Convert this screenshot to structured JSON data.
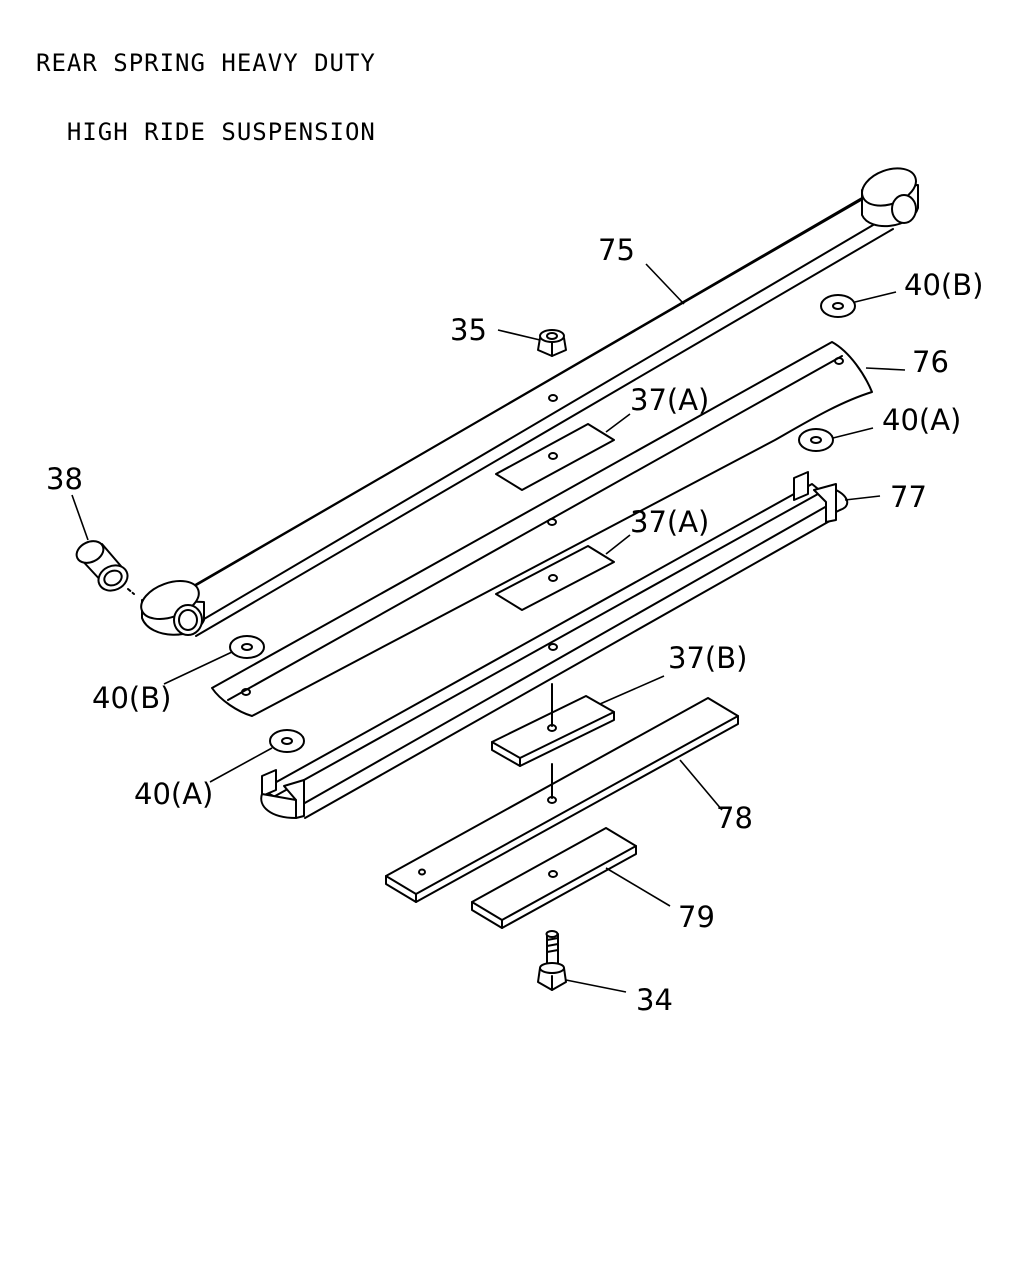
{
  "title": {
    "line1": "REAR SPRING HEAVY DUTY",
    "line2": "  HIGH RIDE SUSPENSION"
  },
  "callouts": {
    "c75": "75",
    "c35": "35",
    "c40b_top": "40(B)",
    "c76": "76",
    "c37a_top": "37(A)",
    "c40a_top": "40(A)",
    "c38": "38",
    "c77": "77",
    "c37a_mid": "37(A)",
    "c37b": "37(B)",
    "c40b_left": "40(B)",
    "c40a_left": "40(A)",
    "c78": "78",
    "c79": "79",
    "c34": "34"
  }
}
